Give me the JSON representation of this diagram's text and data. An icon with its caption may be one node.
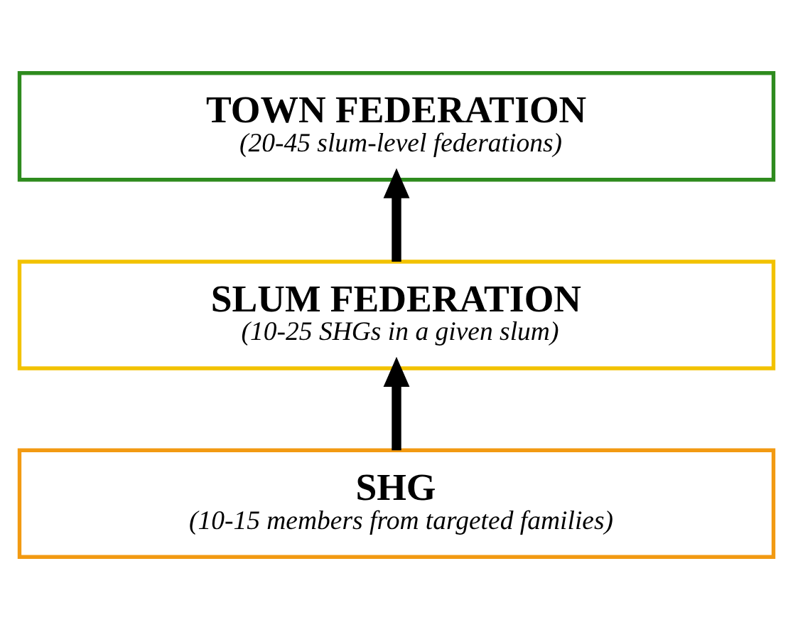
{
  "diagram": {
    "nodes": [
      {
        "text": [
          "TOWN FEDERATION",
          "(20-45 slum-level federations)"
        ]
      },
      {
        "text": [
          "SLUM FEDERATION",
          "(10-25 SHGs in a given slum)"
        ]
      },
      {
        "text": [
          "SHG",
          "(10-15 members from targeted families)"
        ]
      }
    ],
    "edges": [
      {
        "from": 2,
        "to": 1,
        "arrow": "to"
      },
      {
        "from": 1,
        "to": 0,
        "arrow": "to"
      }
    ]
  }
}
